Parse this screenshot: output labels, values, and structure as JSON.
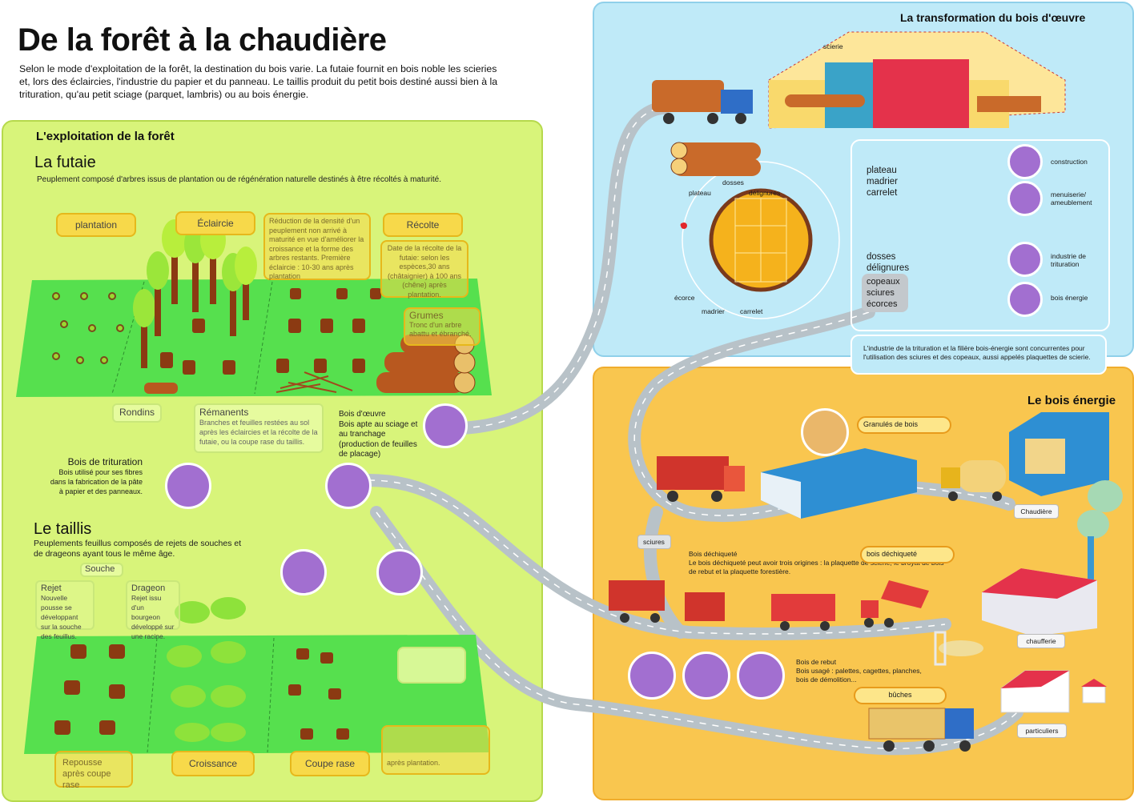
{
  "title": "De la forêt à la chaudière",
  "intro": "Selon le mode d'exploitation de la forêt, la destination du bois varie. La futaie fournit en bois noble les scieries et, lors des éclaircies, l'industrie du papier et du panneau. Le taillis produit du petit bois destiné aussi bien à la trituration, qu'au petit sciage (parquet, lambris) ou au bois énergie.",
  "forest": {
    "heading": "L'exploitation de la forêt",
    "futaie": {
      "title": "La futaie",
      "desc": "Peuplement composé d'arbres issus de plantation ou de régénération naturelle destinés à être récoltés à maturité.",
      "stages": [
        "plantation",
        "Éclaircie",
        "Récolte"
      ],
      "eclaircie_note": "Réduction de la densité d'un peuplement non arrivé à maturité en vue d'améliorer la croissance et la forme des arbres restants. Première éclaircie : 10-30 ans après plantation",
      "recolte_note": "Date de la récolte de la futaie: selon les espèces,30 ans (châtaignier) à 100 ans (chêne) après plantation.",
      "grumes_title": "Grumes",
      "grumes_desc": "Tronc d'un arbre abattu et ébranché."
    },
    "rondins": "Rondins",
    "remanents_title": "Rémanents",
    "remanents_desc": "Branches et feuilles restées au sol après les éclaircies et la récolte de la futaie, ou la coupe rase du taillis.",
    "bois_oeuvre_title": "Bois d'œuvre",
    "bois_oeuvre_desc": "Bois apte au sciage et au tranchage (production de feuilles de placage)",
    "trituration_title": "Bois de trituration",
    "trituration_desc": "Bois utilisé pour ses fibres dans la fabrication de la pâte à papier et des panneaux.",
    "taillis": {
      "title": "Le taillis",
      "desc": "Peuplements feuillus composés de rejets de souches et de drageons ayant tous le même âge.",
      "souche": "Souche",
      "rejet_title": "Rejet",
      "rejet_desc": "Nouvelle pousse se développant sur la souche des feuillus.",
      "drageon_title": "Drageon",
      "drageon_desc": "Rejet issu d'un bourgeon développé sur une racine.",
      "stages": [
        "Repousse après coupe rase",
        "Croissance",
        "Coupe rase"
      ],
      "coupe_note": "après plantation."
    }
  },
  "wood": {
    "heading": "La transformation du bois d'œuvre",
    "scierie": "scierie",
    "plateau": "plateau",
    "dosses": "dosses",
    "delignures": "délignures",
    "ecorce": "écorce",
    "madrier": "madrier",
    "carrelet": "carrelet",
    "group1": [
      "plateau",
      "madrier",
      "carrelet"
    ],
    "group2": [
      "dosses",
      "délignures"
    ],
    "group3": [
      "copeaux",
      "sciures",
      "écorces"
    ],
    "uses": [
      "construction",
      "menuiserie/ ameublement",
      "industrie de trituration",
      "bois énergie"
    ],
    "note": "L'industrie de la trituration et la filière bois-énergie sont concurrentes pour l'utilisation des sciures et des copeaux, aussi appelés plaquettes de scierie."
  },
  "energy": {
    "heading": "Le bois énergie",
    "granules": "Granulés de bois",
    "chaudiere": "Chaudière",
    "sciures": "sciures",
    "dechiquete_title": "Bois déchiqueté",
    "dechiquete_desc": "Le bois déchiqueté peut avoir trois origines : la plaquette de scierie, le broyat de bois de rebut et la plaquette forestière.",
    "dechiquete_tag": "bois déchiqueté",
    "chaufferie": "chaufferie",
    "rebut_title": "Bois de rebut",
    "rebut_desc": "Bois usagé : palettes, cagettes, planches, bois de démolition...",
    "buches": "bûches",
    "particuliers": "particuliers"
  },
  "colors": {
    "forest_bg": "#d8f47a",
    "wood_bg": "#bfeaf8",
    "energy_bg": "#f9c64f",
    "road": "#b8c2c8",
    "grass": "#56e04e",
    "tag": "#f7d94a"
  }
}
